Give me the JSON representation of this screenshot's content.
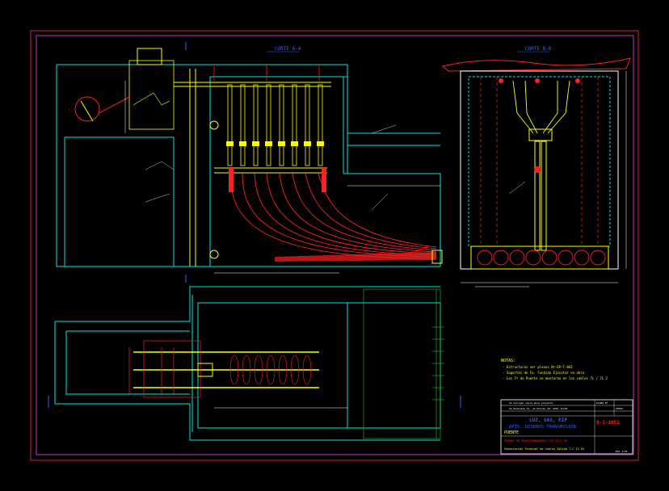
{
  "colors": {
    "background": "#000000",
    "border": "#cc1f5a",
    "frame": "#b040c0",
    "structure": "#00e5e5",
    "conductor": "#ffff00",
    "cable": "#ff2020",
    "dim": "#ffffff",
    "grid": "#20c020",
    "annotation": "#3060ff"
  },
  "sections": {
    "section_a": "CORTE A-A",
    "section_b": "CORTE B-B"
  },
  "notes": {
    "heading": "NOTAS:",
    "lines": [
      "- Estructuras ver planos Nº-EP-T-042",
      "- Soportes de Fe. Fundido Ejecutar en obra",
      "- Las Fº de Puente se montarán en los cables 7L / 7L 2"
    ]
  },
  "title_block": {
    "company": "LUZ, GAS, EIP",
    "department": "DPTO. DISEÑOS TRANSMISION",
    "project": "PUENTE",
    "subtitle": "TRAMOS DE TRANSFORMADORES 132/13,2 KV",
    "station": "Subestación Terminal de Cables Salida T-C 13 kV",
    "rev_a": "Se entrega copia para proyecto",
    "rev_b": "Se Rediseña Te. de Puente Ver 2001 13/05",
    "plano_label": "PLANO Nº",
    "plano_no": "8-1-1051",
    "escala": "ESC 1/25",
    "fecha": "FECHA"
  }
}
